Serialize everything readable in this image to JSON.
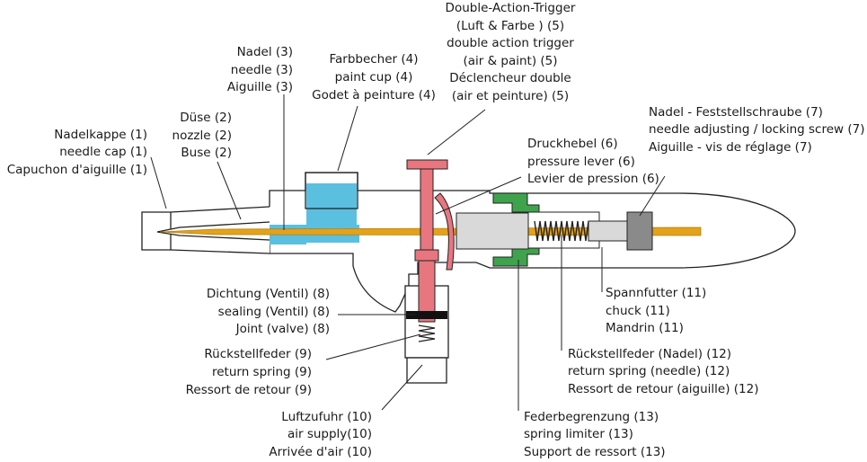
{
  "labels": {
    "needle_cap": [
      "Nadelkappe (1)",
      "needle cap (1)",
      "Capuchon d'aiguille  (1)"
    ],
    "nozzle": [
      "Düse (2)",
      "nozzle (2)",
      "Buse (2)"
    ],
    "needle": [
      "Nadel (3)",
      "needle (3)",
      "Aiguille (3)"
    ],
    "paint_cup": [
      "Farbbecher (4)",
      "paint cup (4)",
      "Godet à peinture  (4)"
    ],
    "trigger": [
      "Double-Action-Trigger",
      "(Luft & Farbe )  (5)",
      "double action trigger",
      "(air & paint)  (5)",
      "Déclencheur double",
      "(air et peinture)  (5)"
    ],
    "pressure_lever": [
      "Druckhebel (6)",
      "pressure lever (6)",
      "Levier de pression (6)"
    ],
    "locking_screw": [
      "Nadel - Feststellschraube (7)",
      "needle adjusting / locking screw (7)",
      "Aiguille - vis de réglage (7)"
    ],
    "sealing": [
      "Dichtung (Ventil) (8)",
      "sealing (Ventil) (8)",
      "Joint (valve) (8)"
    ],
    "return_spring": [
      "Rückstellfeder (9)",
      "return spring (9)",
      "Ressort de retour (9)"
    ],
    "air_supply": [
      "Luftzufuhr (10)",
      "air supply(10)",
      "Arrivée d'air (10)"
    ],
    "chuck": [
      "Spannfutter (11)",
      "chuck (11)",
      "Mandrin (11)"
    ],
    "needle_spring": [
      "Rückstellfeder (Nadel) (12)",
      "return spring (needle) (12)",
      "Ressort de retour (aiguille) (12)"
    ],
    "spring_limiter": [
      "Federbegrenzung (13)",
      "spring limiter (13)",
      "Support de ressort (13)"
    ]
  },
  "colors": {
    "paint": "#5bbfe0",
    "needle": "#e3a21a",
    "trigger": "#e8767f",
    "limiter": "#3fa34d",
    "chuck": "#d9d9d9",
    "screw": "#8a8a8a"
  }
}
